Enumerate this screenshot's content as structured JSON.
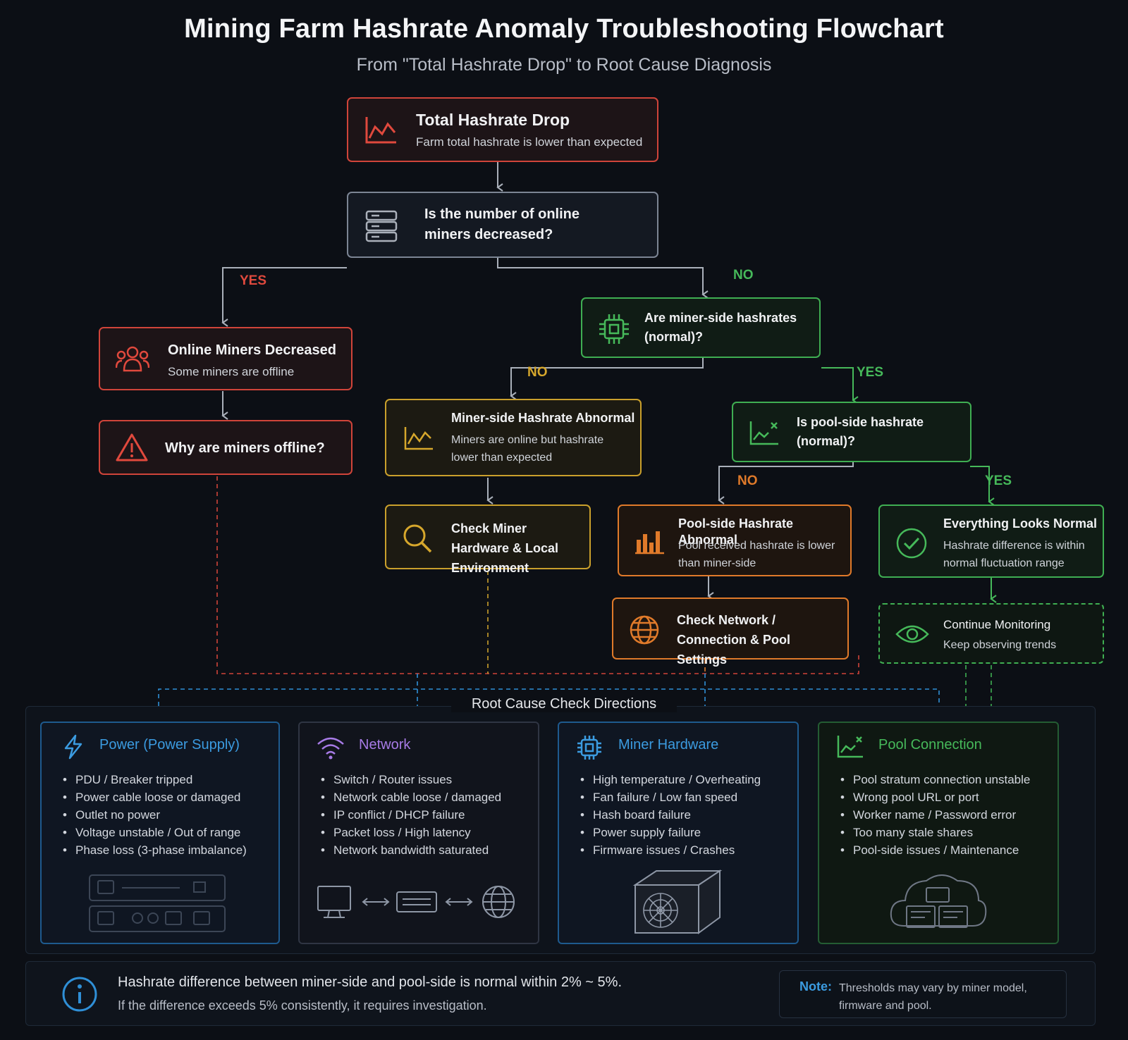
{
  "title": "Mining Farm Hashrate Anomaly Troubleshooting Flowchart",
  "subtitle": "From \"Total Hashrate Drop\" to Root Cause Diagnosis",
  "colors": {
    "red": "#d0443a",
    "green": "#3fae52",
    "gold": "#caa02c",
    "orange": "#e07a2a",
    "blue": "#2f8fd6",
    "purple": "#9b6bd8",
    "grey": "#7c8594"
  },
  "nodes": {
    "total_drop": {
      "title": "Total Hashrate Drop",
      "desc": "Farm total hashrate is lower than expected",
      "icon": "line-chart-down-icon"
    },
    "q_online": {
      "title": "Is the number of online miners decreased?",
      "icon": "server-rack-icon"
    },
    "online_decreased": {
      "title": "Online Miners Decreased",
      "desc": "Some miners are offline",
      "icon": "users-icon"
    },
    "why_offline": {
      "title": "Why are miners offline?",
      "icon": "warning-icon"
    },
    "q_miner_side": {
      "title": "Are miner-side hashrates (normal)?",
      "icon": "chip-icon"
    },
    "miner_abnormal": {
      "title": "Miner-side Hashrate Abnormal",
      "desc": "Miners are online but hashrate lower than expected",
      "icon": "line-chart-icon"
    },
    "check_hardware": {
      "title": "Check Miner Hardware & Local Environment",
      "icon": "search-icon"
    },
    "q_pool_side": {
      "title": "Is pool-side hashrate (normal)?",
      "icon": "chart-x-icon"
    },
    "pool_abnormal": {
      "title": "Pool-side Hashrate Abnormal",
      "desc": "Pool received hashrate is lower than miner-side",
      "icon": "bar-chart-icon"
    },
    "check_network": {
      "title": "Check Network / Connection & Pool Settings",
      "icon": "globe-icon"
    },
    "normal": {
      "title": "Everything Looks Normal",
      "desc": "Hashrate difference is within normal fluctuation range",
      "icon": "check-circle-icon"
    },
    "monitor": {
      "title": "Continue Monitoring",
      "desc": "Keep observing trends",
      "icon": "eye-icon"
    }
  },
  "edge_labels": {
    "yes1": "YES",
    "no1": "NO",
    "no2": "NO",
    "yes2": "YES",
    "no3": "NO",
    "yes3": "YES"
  },
  "root_cause": {
    "heading": "Root Cause Check Directions",
    "categories": [
      {
        "title": "Power (Power Supply)",
        "icon": "lightning-icon",
        "color": "#3b9be0",
        "items": [
          "PDU / Breaker tripped",
          "Power cable loose or damaged",
          "Outlet no power",
          "Voltage unstable / Out of range",
          "Phase loss (3-phase imbalance)"
        ]
      },
      {
        "title": "Network",
        "icon": "wifi-icon",
        "color": "#a77be6",
        "items": [
          "Switch / Router issues",
          "Network cable loose / damaged",
          "IP conflict / DHCP failure",
          "Packet loss / High latency",
          "Network bandwidth saturated"
        ]
      },
      {
        "title": "Miner Hardware",
        "icon": "chip-icon",
        "color": "#3b9be0",
        "items": [
          "High temperature / Overheating",
          "Fan failure / Low fan speed",
          "Hash board failure",
          "Power supply failure",
          "Firmware issues / Crashes"
        ]
      },
      {
        "title": "Pool Connection",
        "icon": "chart-x-icon",
        "color": "#46b95a",
        "items": [
          "Pool stratum connection unstable",
          "Wrong pool URL or port",
          "Worker name / Password error",
          "Too many stale shares",
          "Pool-side issues / Maintenance"
        ]
      }
    ]
  },
  "footer": {
    "line1": "Hashrate difference between miner-side and pool-side is normal within 2% ~ 5%.",
    "line2": "If the difference exceeds 5% consistently, it requires investigation.",
    "note_label": "Note:",
    "note_text": "Thresholds may vary by miner model, firmware and pool."
  }
}
